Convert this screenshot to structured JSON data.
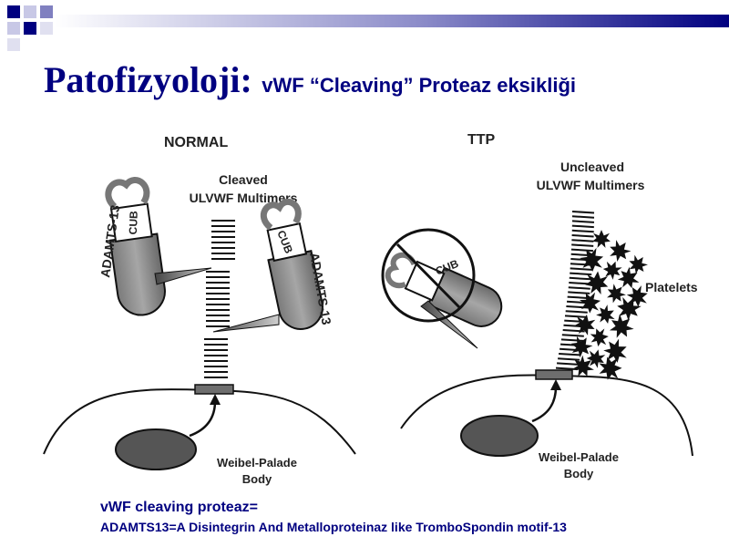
{
  "title": {
    "main": "Patofizyoloji:",
    "sub": "vWF “Cleaving” Proteaz eksikliği"
  },
  "diagram": {
    "normal_label": "NORMAL",
    "ttp_label": "TTP",
    "cleaved_label": [
      "Cleaved",
      "ULVWF Multimers"
    ],
    "uncleaved_label": [
      "Uncleaved",
      "ULVWF Multimers"
    ],
    "adamts_label": "ADAMTS-13",
    "cub_label": "CUB",
    "platelets_label": "Platelets",
    "weibel_label": [
      "Weibel-Palade",
      "Body"
    ]
  },
  "footer": {
    "line1": "vWF cleaving proteaz=",
    "line2": "ADAMTS13=A Disintegrin And Metalloproteinaz like TromboSpondin motif-13"
  },
  "colors": {
    "title": "#000080",
    "accent_bar": "#000080",
    "squares": "#000080",
    "body_fill": "#555555"
  }
}
